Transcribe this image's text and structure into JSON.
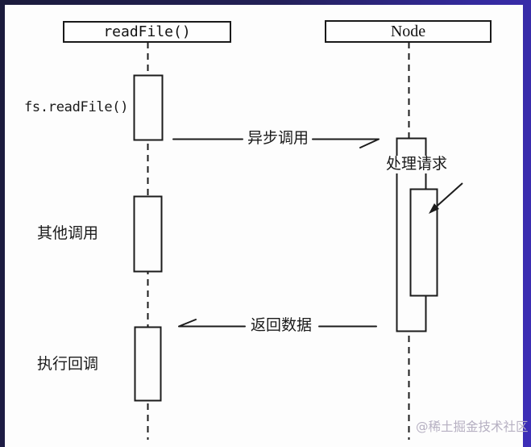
{
  "colors": {
    "canvas": "#fdfdfd",
    "ink": "#1a1a1a",
    "frame_left": "#1b1b3c",
    "frame_right": "#3d2eb8",
    "watermark": "#b6b0c2"
  },
  "diagram": {
    "type": "uml-sequence",
    "actors": [
      {
        "id": "readFile",
        "label": "readFile()"
      },
      {
        "id": "node",
        "label": "Node"
      }
    ],
    "labels": {
      "fs_readfile": "fs.readFile()",
      "async_call": "异步调用",
      "handle_request": "处理请求",
      "other_calls": "其他调用",
      "return_data": "返回数据",
      "exec_callback": "执行回调"
    },
    "messages": [
      {
        "from": "readFile",
        "to": "node",
        "label": "异步调用",
        "style": "async-open-arrow"
      },
      {
        "from": "node",
        "to": "readFile",
        "label": "返回数据",
        "style": "async-open-arrow"
      }
    ],
    "watermark": "@稀土掘金技术社区"
  }
}
